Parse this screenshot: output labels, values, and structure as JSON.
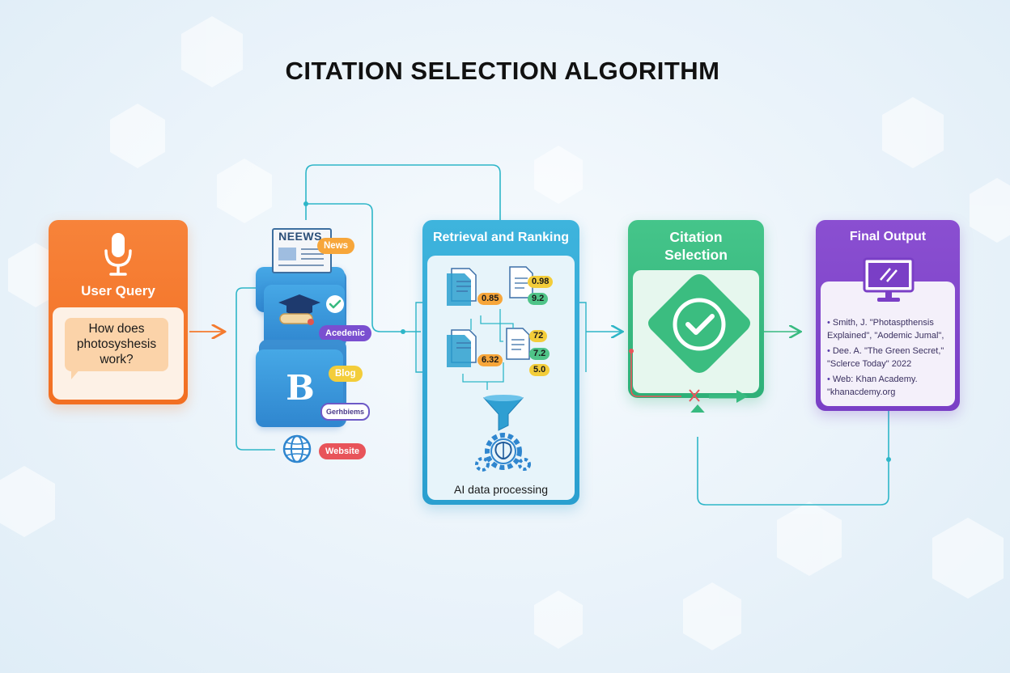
{
  "title": "CITATION SELECTION ALGORITHM",
  "user_query": {
    "label": "User Query",
    "question": "How does photosyshesis work?",
    "icon": "microphone-icon"
  },
  "sources": {
    "newspaper_text": "NEEWS",
    "tags": {
      "news": "News",
      "academic": "Acedenic",
      "blog": "Blog",
      "other": "Gerhbiems",
      "website": "Website"
    },
    "blog_letter": "B",
    "colors": {
      "news": "#f7a63a",
      "academic": "#7a4fd0",
      "blog": "#f3cd3a",
      "website": "#e8545a"
    }
  },
  "retrieval": {
    "title": "Retrieval and Ranking",
    "caption": "AI data processing",
    "scores": [
      "0.85",
      "0.98",
      "9.2",
      "72",
      "6.32",
      "7.2",
      "5.0"
    ]
  },
  "citation": {
    "title_line1": "Citation",
    "title_line2": "Selection",
    "icon": "check-circle-icon"
  },
  "final_output": {
    "title": "Final Output",
    "items": [
      "Smith, J. \"Photaspthensis Explained\", \"Aodemic Jumal\",",
      "Dee. A. \"The Green Secret,\" \"Sclerce Today\" 2022",
      "Web: Khan Academy. \"khanacdemy.org"
    ]
  },
  "colors": {
    "user": "#f47a2e",
    "retrieval": "#2fa6d4",
    "citation": "#38ba80",
    "final": "#7f45c9",
    "wire": "#2eb6c8"
  }
}
